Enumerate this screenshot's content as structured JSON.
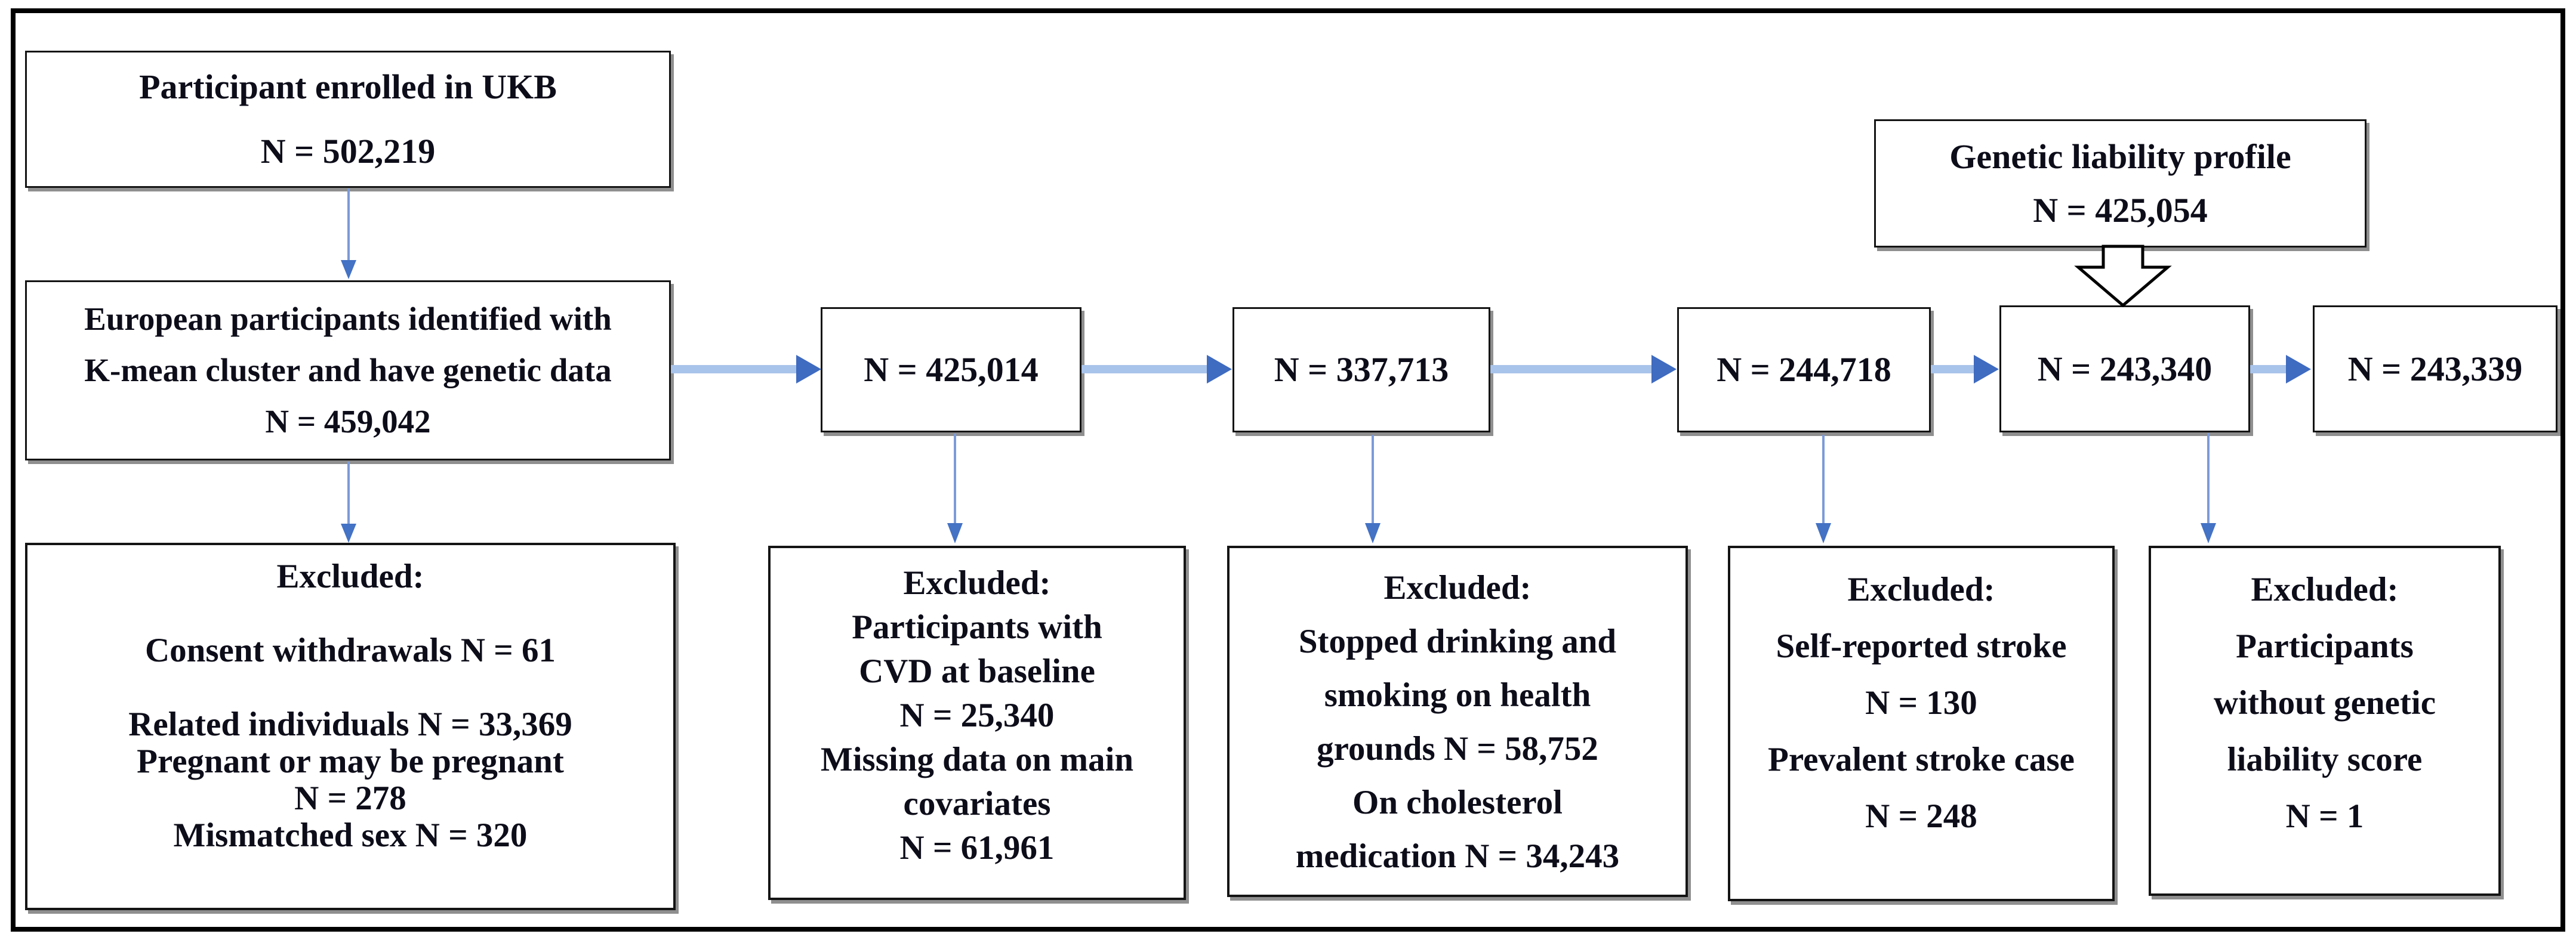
{
  "diagram": {
    "type": "participant-flowchart",
    "boxes": {
      "enrolled": "Participant enrolled in UKB\n\nN = 502,219",
      "european": "European participants identified with\nK-mean cluster and have genetic data\nN = 459,042",
      "genetic_profile": "Genetic liability profile\nN = 425,054",
      "chain": [
        "N = 425,014",
        "N = 337,713",
        "N = 244,718",
        "N = 243,340",
        "N = 243,339"
      ],
      "excluded_consent": "Excluded:\n\nConsent withdrawals N = 61\n\nRelated individuals N = 33,369\nPregnant or may be pregnant\nN = 278\nMismatched sex N = 320",
      "excluded_cvd": "Excluded:\nParticipants with\nCVD at baseline\nN = 25,340\nMissing data on main\ncovariates\nN = 61,961",
      "excluded_lifestyle": "Excluded:\nStopped drinking and\nsmoking on health\ngrounds N = 58,752\nOn cholesterol\nmedication N = 34,243",
      "excluded_stroke": "Excluded:\nSelf-reported stroke\nN = 130\nPrevalent stroke case\nN = 248",
      "excluded_gls": "Excluded:\nParticipants\nwithout genetic\nliability score\nN = 1"
    },
    "colors": {
      "arrow_shaft_blue": "#a9c4ea",
      "arrow_head_blue": "#3f6bc0",
      "thin_arrow_blue": "#7b9bd9",
      "thin_arrow_head_blue": "#4472c4",
      "block_arrow_fill": "#ffffff",
      "block_arrow_outline": "#000000",
      "box_border": "#141414",
      "outer_border": "#000000",
      "shadow_gray": "#8f8f8f",
      "text": "#0d0d1a",
      "background": "#ffffff"
    }
  }
}
